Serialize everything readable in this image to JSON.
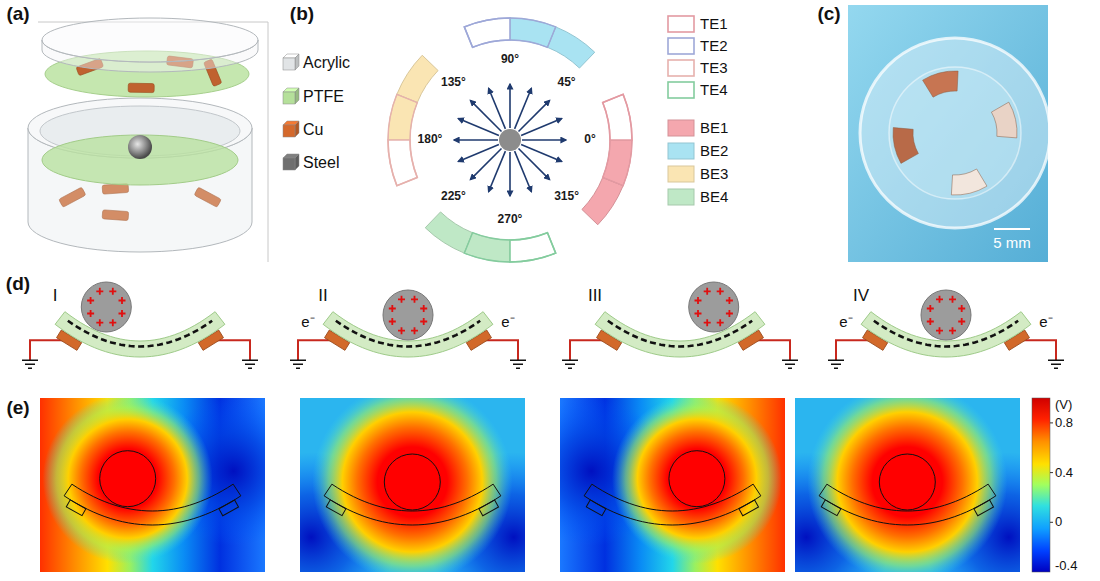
{
  "diagram": {
    "labels": [
      "(a)",
      "(b)",
      "(c)",
      "90°",
      "45°",
      "135°",
      "0°",
      "180°",
      "225°",
      "270°",
      "315°",
      "5 mm",
      "(d)",
      "I",
      "II",
      "III",
      "IV",
      "e⁻",
      "e⁻",
      "e⁻",
      "e⁻",
      "(e)",
      "(V)",
      "0.8",
      "0.4",
      "0",
      "-0.4"
    ],
    "legend": [
      {
        "text": "Acrylic",
        "color": "#e1e4e6"
      },
      {
        "text": "PTFE",
        "color": "#b5e09a"
      },
      {
        "text": "Cu",
        "color": "#d4692c"
      },
      {
        "text": "Steel",
        "color": "#6f6f6f"
      },
      {
        "text": "TE1"
      },
      {
        "text": "TE2"
      },
      {
        "text": "TE3"
      },
      {
        "text": "TE4"
      },
      {
        "text": "BE1",
        "color": "#f4a7ae"
      },
      {
        "text": "BE2",
        "color": "#a9e3f2"
      },
      {
        "text": "BE3",
        "color": "#fae5b3"
      },
      {
        "text": "BE4",
        "color": "#bfe8c6"
      }
    ]
  }
}
